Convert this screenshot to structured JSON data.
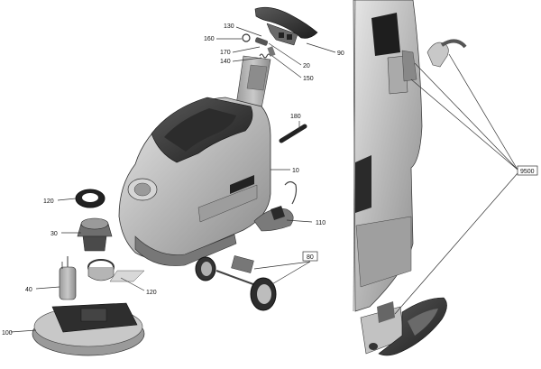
{
  "callouts": {
    "c10": "10",
    "c20": "20",
    "c30": "30",
    "c40": "40",
    "c80": "80",
    "c90": "90",
    "c100": "100",
    "c110": "110",
    "c120a": "120",
    "c120b": "120",
    "c130": "130",
    "c140": "140",
    "c150": "150",
    "c160": "160",
    "c170": "170",
    "c180": "180",
    "c9500": "9500"
  }
}
